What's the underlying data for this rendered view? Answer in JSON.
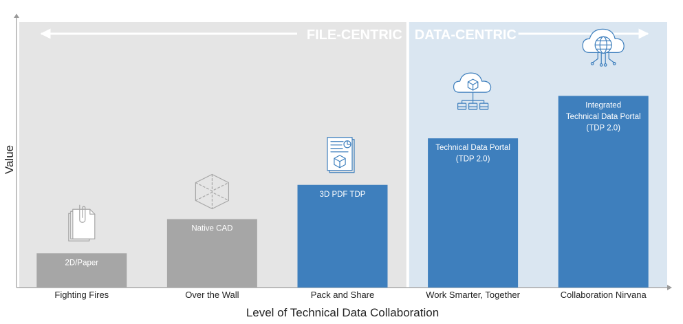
{
  "chart_data": {
    "type": "bar",
    "xlabel": "Level of Technical Data Collaboration",
    "ylabel": "Value",
    "ylim": [
      0,
      100
    ],
    "categories": [
      "Fighting Fires",
      "Over the Wall",
      "Pack and Share",
      "Work Smarter, Together",
      "Collaboration Nirvana"
    ],
    "values": [
      12.5,
      25,
      37.5,
      54.5,
      70
    ],
    "bar_labels": [
      [
        "2D/Paper"
      ],
      [
        "Native CAD"
      ],
      [
        "3D PDF TDP"
      ],
      [
        "Technical Data Portal",
        "(TDP 2.0)"
      ],
      [
        "Integrated",
        "Technical Data Portal",
        "(TDP 2.0)"
      ]
    ],
    "bar_colors": [
      "#a6a6a6",
      "#a6a6a6",
      "#3e7fbd",
      "#3e7fbd",
      "#3e7fbd"
    ],
    "bar_icons": [
      "paper-documents-icon",
      "cad-cube-icon",
      "pdf-document-icon",
      "cloud-network-icon",
      "cloud-globe-icon"
    ],
    "regions": [
      {
        "label": "FILE-CENTRIC",
        "color": "#e5e5e5",
        "arrow": "left",
        "from": 0,
        "to": 3
      },
      {
        "label": "DATA-CENTRIC",
        "color": "#dae6f1",
        "arrow": "right",
        "from": 3,
        "to": 5
      }
    ],
    "grid": false,
    "legend": "none"
  }
}
